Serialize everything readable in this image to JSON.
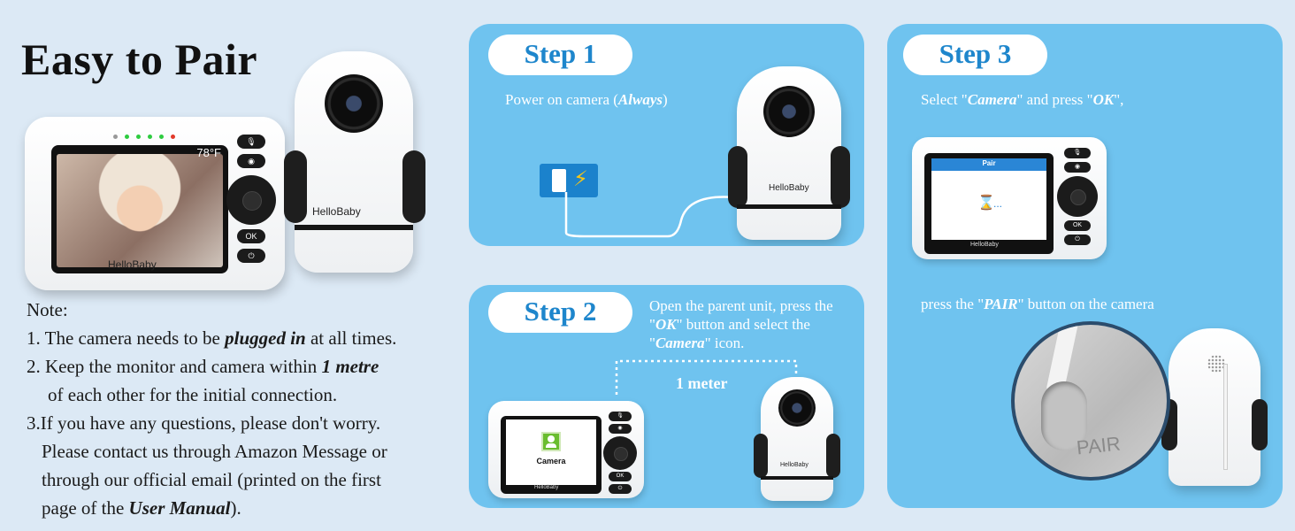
{
  "title": "Easy to Pair",
  "hero_monitor": {
    "temperature": "78°F",
    "brand": "HelloBaby",
    "ok_label": "OK"
  },
  "hero_camera": {
    "brand": "HelloBaby"
  },
  "note": {
    "heading": "Note:",
    "line1_pre": "1. The camera needs to be ",
    "line1_em": "plugged in",
    "line1_post": " at all times.",
    "line2_pre": "2. Keep the monitor and camera within ",
    "line2_em": "1 metre",
    "line2_cont": "of each other for the initial connection.",
    "line3": "3.If you have any questions, please don't worry.",
    "line3_cont1": "Please contact us through Amazon Message or",
    "line3_cont2": "through our official email (printed on the first",
    "line3_cont3_pre": "page of the ",
    "line3_cont3_em": "User Manual",
    "line3_cont3_post": ")."
  },
  "step1": {
    "label": "Step 1",
    "text_pre": "Power on camera (",
    "text_em": "Always",
    "text_post": ")",
    "camera_brand": "HelloBaby"
  },
  "step2": {
    "label": "Step 2",
    "line1": "Open the parent unit, press the",
    "line2_q1": "\"",
    "line2_em": "OK",
    "line2_post": "\" button and select the",
    "line3_q1": "\"",
    "line3_em": "Camera",
    "line3_post": "\" icon.",
    "distance": "1 meter",
    "screen_label": "Camera",
    "monitor_brand": "HelloBaby",
    "camera_brand": "HelloBaby"
  },
  "step3": {
    "label": "Step 3",
    "text_pre": "Select \"",
    "text_em1": "Camera",
    "text_mid": "\" and press \"",
    "text_em2": "OK",
    "text_post": "\",",
    "screen_title": "Pair",
    "waiting": "...",
    "monitor_brand": "HelloBaby",
    "pair_pre": "press the \"",
    "pair_em": "PAIR",
    "pair_post": "\" button on the camera",
    "pair_button_label": "PAIR"
  },
  "colors": {
    "panel": "#6fc3ef",
    "step_label": "#1e86cc",
    "background": "#dce9f5"
  }
}
